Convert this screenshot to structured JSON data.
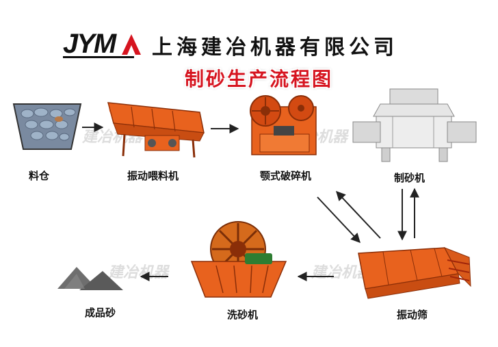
{
  "header": {
    "logo_text": "JYM",
    "company_name": "上海建冶机器有限公司",
    "diagram_title": "制砂生产流程图"
  },
  "watermark": {
    "text": "建冶机器"
  },
  "nodes": [
    {
      "id": "bin",
      "label": "料仓"
    },
    {
      "id": "feeder",
      "label": "振动喂料机"
    },
    {
      "id": "jaw",
      "label": "颚式破碎机"
    },
    {
      "id": "sandmaker",
      "label": "制砂机"
    },
    {
      "id": "screen",
      "label": "振动筛"
    },
    {
      "id": "washer",
      "label": "洗砂机"
    },
    {
      "id": "product",
      "label": "成品砂"
    }
  ],
  "colors": {
    "title": "#d6141f",
    "machine": "#e8621e",
    "arrow": "#222222"
  }
}
